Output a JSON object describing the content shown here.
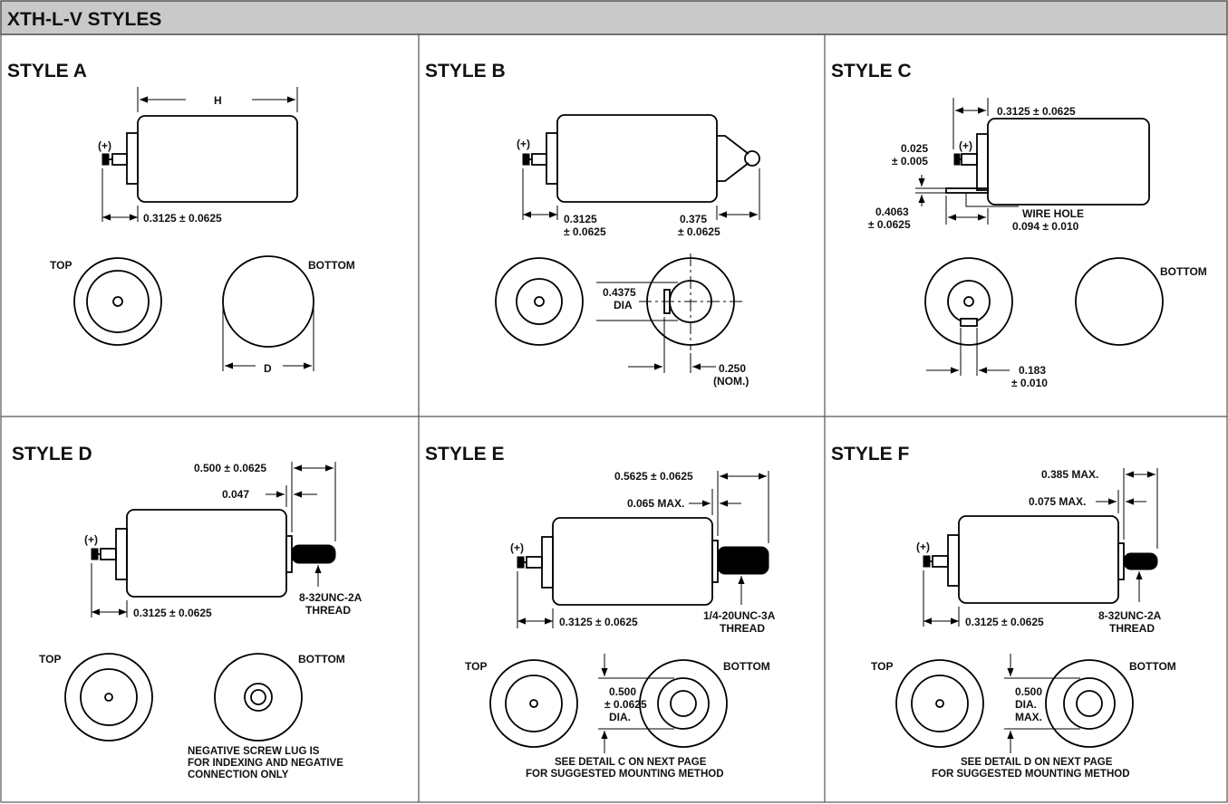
{
  "header": {
    "title": "XTH-L-V STYLES"
  },
  "colors": {
    "header_bg": "#c9c9c9",
    "ink": "#000000",
    "border": "#555555"
  },
  "styles": [
    {
      "id": "A",
      "title": "STYLE A",
      "labels": {
        "plus": "(+)",
        "h": "H",
        "lead": "0.3125 ± 0.0625",
        "top": "TOP",
        "bottom": "BOTTOM",
        "d": "D"
      }
    },
    {
      "id": "B",
      "title": "STYLE B",
      "labels": {
        "plus": "(+)",
        "lead_1": "0.3125",
        "lead_2": "± 0.0625",
        "tab_1": "0.375",
        "tab_2": "± 0.0625",
        "dia_1": "0.4375",
        "dia_2": "DIA",
        "nom_1": "0.250",
        "nom_2": "(NOM.)"
      }
    },
    {
      "id": "C",
      "title": "STYLE C",
      "labels": {
        "top_dim": "0.3125 ± 0.0625",
        "plus": "(+)",
        "thk_1": "0.025",
        "thk_2": "± 0.005",
        "lead_1": "0.4063",
        "lead_2": "± 0.0625",
        "hole_1": "WIRE HOLE",
        "hole_2": "0.094 ± 0.010",
        "bottom": "BOTTOM",
        "tab_1": "0.183",
        "tab_2": "± 0.010"
      }
    },
    {
      "id": "D",
      "title": "STYLE D",
      "labels": {
        "stud_len": "0.500 ± 0.0625",
        "gap": "0.047",
        "plus": "(+)",
        "lead": "0.3125 ± 0.0625",
        "thread_1": "8-32UNC-2A",
        "thread_2": "THREAD",
        "top": "TOP",
        "bottom": "BOTTOM",
        "note_1": "NEGATIVE SCREW LUG IS",
        "note_2": "FOR INDEXING AND NEGATIVE",
        "note_3": "CONNECTION ONLY"
      }
    },
    {
      "id": "E",
      "title": "STYLE E",
      "labels": {
        "stud_len": "0.5625 ± 0.0625",
        "gap": "0.065 MAX.",
        "plus": "(+)",
        "lead": "0.3125 ± 0.0625",
        "thread_1": "1/4-20UNC-3A",
        "thread_2": "THREAD",
        "top": "TOP",
        "bottom": "BOTTOM",
        "dia_1": "0.500",
        "dia_2": "± 0.0625",
        "dia_3": "DIA.",
        "note_1": "SEE DETAIL C ON NEXT PAGE",
        "note_2": "FOR SUGGESTED MOUNTING METHOD"
      }
    },
    {
      "id": "F",
      "title": "STYLE F",
      "labels": {
        "stud_len": "0.385 MAX.",
        "gap": "0.075 MAX.",
        "plus": "(+)",
        "lead": "0.3125 ± 0.0625",
        "thread_1": "8-32UNC-2A",
        "thread_2": "THREAD",
        "top": "TOP",
        "bottom": "BOTTOM",
        "dia_1": "0.500",
        "dia_2": "DIA.",
        "dia_3": "MAX.",
        "note_1": "SEE DETAIL D ON NEXT PAGE",
        "note_2": "FOR SUGGESTED MOUNTING METHOD"
      }
    }
  ]
}
